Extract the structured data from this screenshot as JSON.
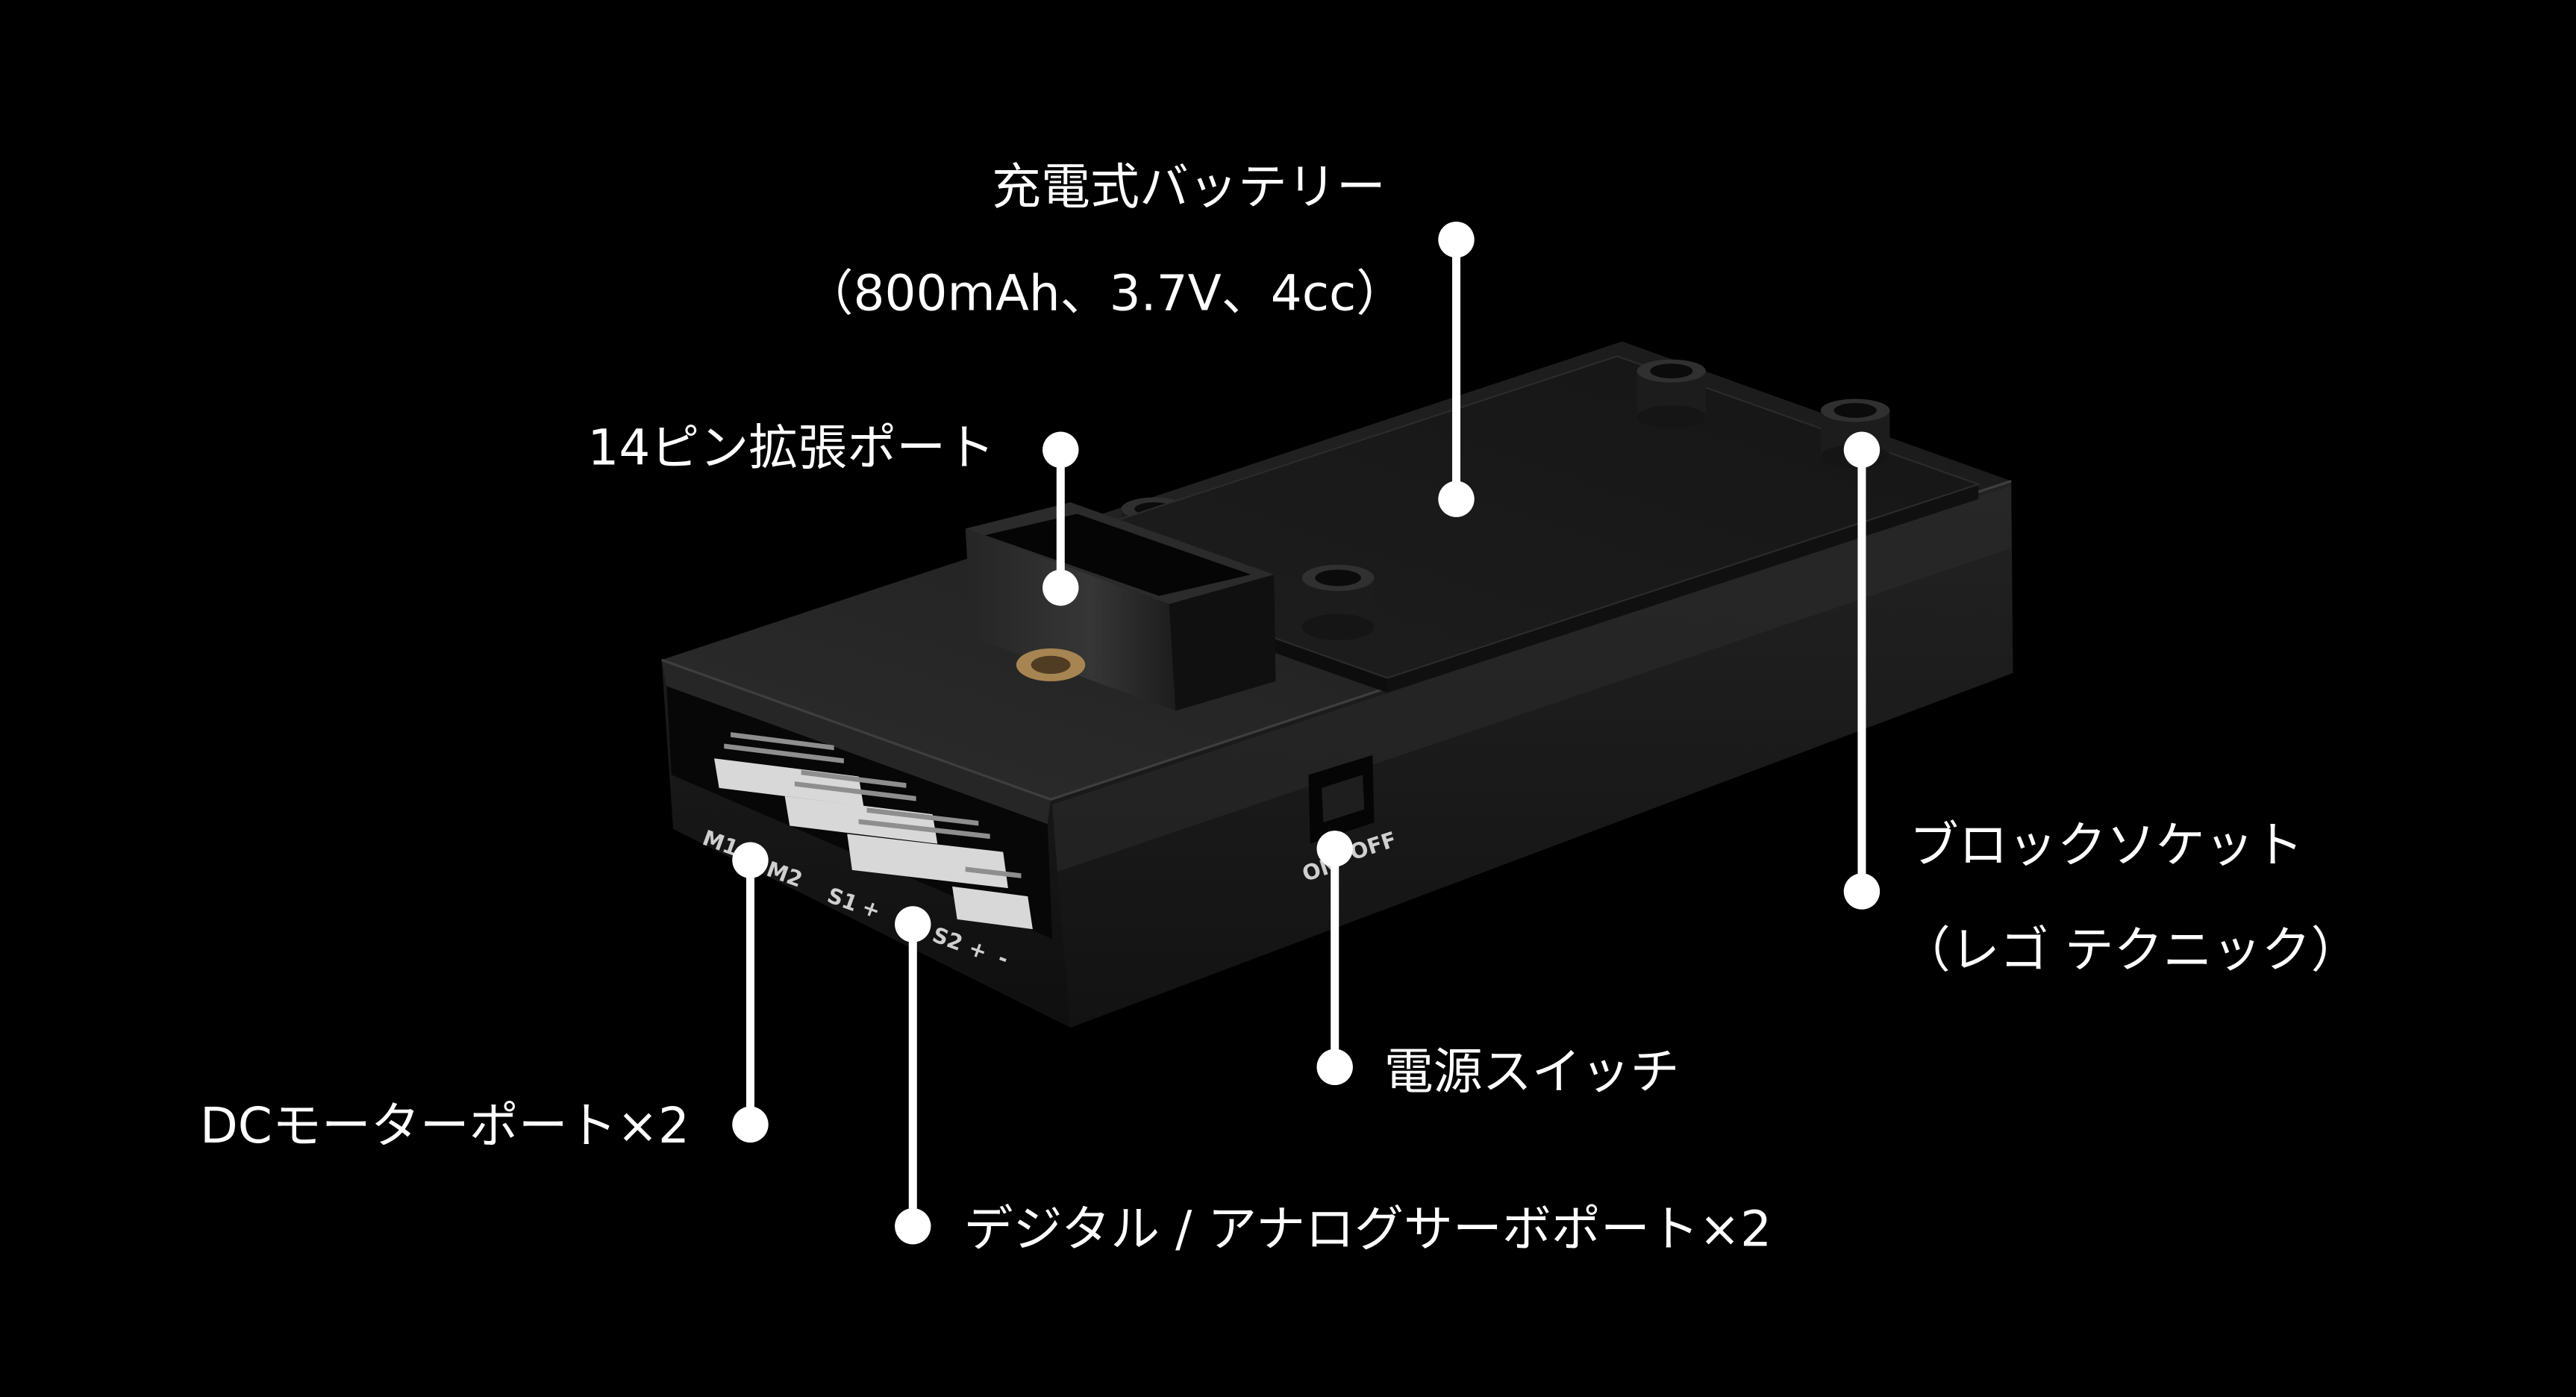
{
  "colors": {
    "background": "#000000",
    "label_text": "#ffffff",
    "callout": "#ffffff",
    "device_body": "#1a1a1a",
    "connector": "#d8d8d8",
    "brass_insert": "#a68552",
    "device_print": "#cfcfcf"
  },
  "callouts": {
    "battery": {
      "line1": "充電式バッテリー",
      "line2": "（800mAh、3.7V、4cc）"
    },
    "expansion_port": {
      "label": "14ピン拡張ポート"
    },
    "block_socket": {
      "line1": "ブロックソケット",
      "line2": "（レゴ テクニック）"
    },
    "power_switch": {
      "label": "電源スイッチ"
    },
    "dc_motor_port": {
      "label": "DCモーターポート×2"
    },
    "servo_port": {
      "label": "デジタル / アナログサーボポート×2"
    }
  },
  "device": {
    "port_labels": {
      "m1": "M1",
      "m2": "M2",
      "s1": "S1",
      "s1_plus": "+",
      "s2": "S2",
      "s2_plus": "+",
      "s2_minus": "-"
    },
    "switch_labels": {
      "on": "ON",
      "off": "OFF"
    }
  }
}
